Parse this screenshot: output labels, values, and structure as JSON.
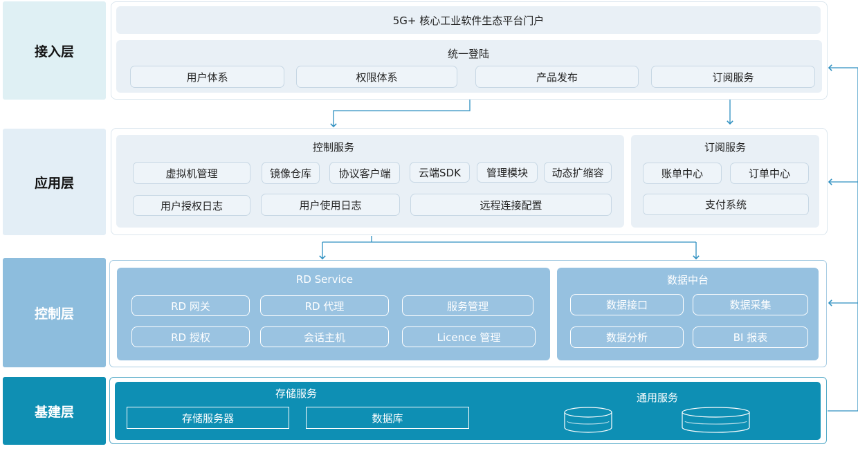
{
  "layers": {
    "access": "接入层",
    "application": "应用层",
    "control": "控制层",
    "infrastructure": "基建层"
  },
  "access": {
    "portal": "5G+ 核心工业软件生态平台门户",
    "login_title": "统一登陆",
    "items": [
      "用户体系",
      "权限体系",
      "产品发布",
      "订阅服务"
    ]
  },
  "application": {
    "control_title": "控制服务",
    "control_items": [
      "虚拟机管理",
      "镜像仓库",
      "协议客户端",
      "云端SDK",
      "管理模块",
      "动态扩缩容",
      "用户授权日志",
      "用户使用日志",
      "远程连接配置"
    ],
    "subscription_title": "订阅服务",
    "subscription_items": [
      "账单中心",
      "订单中心",
      "支付系统"
    ]
  },
  "control": {
    "rd_title": "RD Service",
    "rd_items": [
      "RD 网关",
      "RD 代理",
      "服务管理",
      "RD 授权",
      "会话主机",
      "Licence 管理"
    ],
    "data_title": "数据中台",
    "data_items": [
      "数据接口",
      "数据采集",
      "数据分析",
      "BI 报表"
    ]
  },
  "infrastructure": {
    "storage_title": "存储服务",
    "storage_items": [
      "存储服务器",
      "数据库"
    ],
    "common_title": "通用服务"
  },
  "colors": {
    "access_label": "#dff0f4",
    "application_label": "#e3eef6",
    "control_label": "#8dbddd",
    "infrastructure_label": "#0f8fb3",
    "arrow": "#2d8fc0"
  }
}
